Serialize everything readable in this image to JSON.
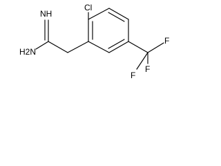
{
  "molecule": {
    "atoms": {
      "cl": "Cl",
      "nh": "NH",
      "h2n": "H2N",
      "f_top": "F",
      "f_left": "F",
      "f_right": "F"
    },
    "colors": {
      "bond": "#000000",
      "label": "#000000",
      "background": "#ffffff"
    }
  }
}
